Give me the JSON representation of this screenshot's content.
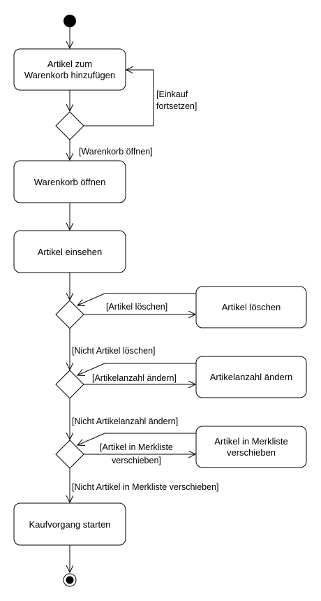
{
  "actions": {
    "add_to_cart": [
      "Artikel zum",
      "Warenkorb hinzufügen"
    ],
    "open_cart": "Warenkorb öffnen",
    "view_items": "Artikel einsehen",
    "delete_item": "Artikel löschen",
    "change_quantity": "Artikelanzahl ändern",
    "move_to_wishlist": [
      "Artikel in Merkliste",
      "verschieben"
    ],
    "start_checkout": "Kaufvorgang starten"
  },
  "guards": {
    "continue_shopping": [
      "[Einkauf",
      "fortsetzen]"
    ],
    "open_cart": "[Warenkorb öffnen]",
    "delete_item": "[Artikel löschen]",
    "not_delete_item": "[Nicht Artikel löschen]",
    "change_quantity": "[Artikelanzahl ändern]",
    "not_change_quantity": "[Nicht Artikelanzahl ändern]",
    "move_to_wishlist": [
      "[Artikel in Merkliste",
      "verschieben]"
    ],
    "not_move_to_wishlist": "[Nicht Artikel in Merkliste verschieben]"
  },
  "colors": {
    "stroke": "#000000",
    "fill": "#ffffff"
  }
}
